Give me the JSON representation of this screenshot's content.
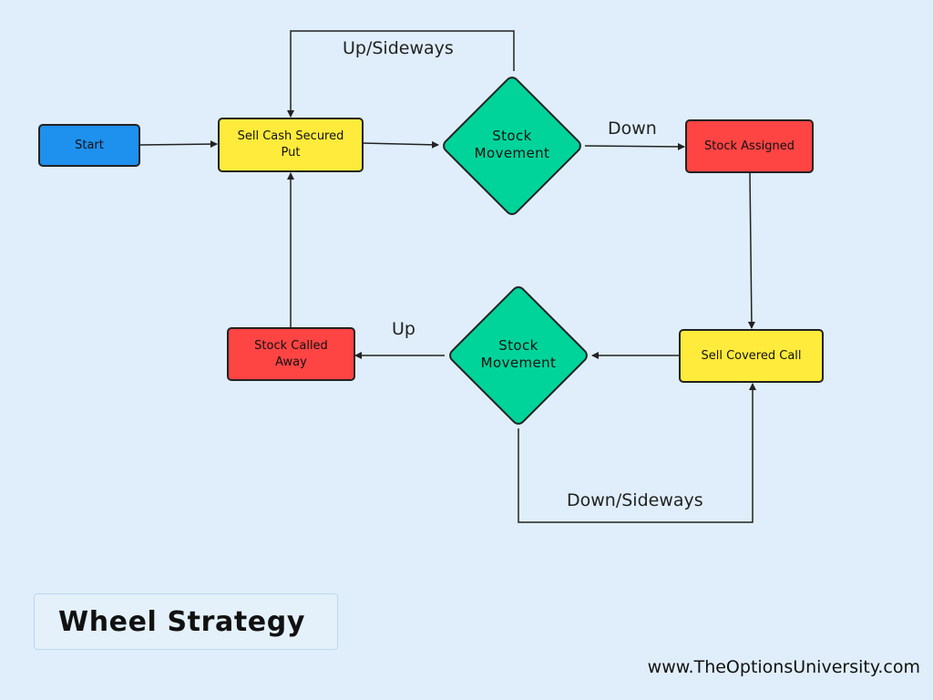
{
  "nodes": {
    "start": {
      "label": "Start",
      "color": "#1e90ee"
    },
    "sell_csp": {
      "label": "Sell Cash Secured\nPut",
      "color": "#ffeb3b"
    },
    "movement_top": {
      "label": "Stock\nMovement",
      "color": "#00d49b"
    },
    "stock_assigned": {
      "label": "Stock Assigned",
      "color": "#ff4444"
    },
    "sell_cc": {
      "label": "Sell Covered Call",
      "color": "#ffeb3b"
    },
    "movement_bottom": {
      "label": "Stock\nMovement",
      "color": "#00d49b"
    },
    "called_away": {
      "label": "Stock Called\nAway",
      "color": "#ff4444"
    }
  },
  "edges": {
    "up_sideways": "Up/Sideways",
    "down": "Down",
    "up": "Up",
    "down_sideways": "Down/Sideways"
  },
  "title": "Wheel Strategy",
  "website": "www.TheOptionsUniversity.com"
}
